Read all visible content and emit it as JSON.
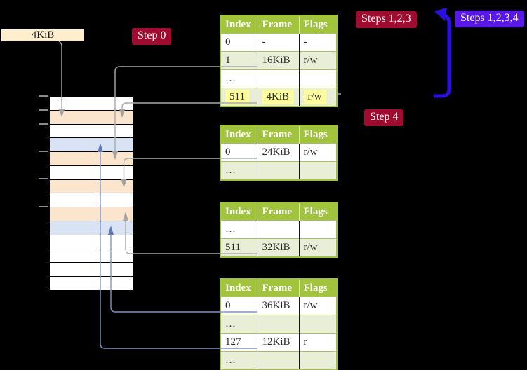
{
  "page": {
    "background": "#000000"
  },
  "free_frame_box": {
    "label": "4KiB"
  },
  "step_labels": {
    "step0": "Step 0",
    "steps123": "Steps 1,2,3",
    "steps1234": "Steps 1,2,3,4",
    "step4": "Step 4"
  },
  "page_tables": [
    {
      "headers": [
        "Index",
        "Frame",
        "Flags"
      ],
      "rows": [
        {
          "index": "0",
          "frame": "-",
          "flags": "-"
        },
        {
          "index": "1",
          "frame": "16KiB",
          "flags": "r/w"
        },
        {
          "index": "…",
          "frame": "",
          "flags": ""
        },
        {
          "index": "511",
          "frame": "4KiB",
          "flags": "r/w",
          "highlight": true
        }
      ]
    },
    {
      "headers": [
        "Index",
        "Frame",
        "Flags"
      ],
      "rows": [
        {
          "index": "0",
          "frame": "24KiB",
          "flags": "r/w"
        },
        {
          "index": "…",
          "frame": "",
          "flags": ""
        }
      ]
    },
    {
      "headers": [
        "Index",
        "Frame",
        "Flags"
      ],
      "rows": [
        {
          "index": "…",
          "frame": "",
          "flags": ""
        },
        {
          "index": "511",
          "frame": "32KiB",
          "flags": "r/w"
        }
      ]
    },
    {
      "headers": [
        "Index",
        "Frame",
        "Flags"
      ],
      "rows": [
        {
          "index": "0",
          "frame": "36KiB",
          "flags": "r/w"
        },
        {
          "index": "…",
          "frame": "",
          "flags": ""
        },
        {
          "index": "127",
          "frame": "12KiB",
          "flags": "r"
        },
        {
          "index": "…",
          "frame": "",
          "flags": ""
        }
      ]
    }
  ],
  "memory_column": {
    "row_colors": [
      "white",
      "peach",
      "white",
      "blue",
      "peach",
      "white",
      "peach",
      "white",
      "peach",
      "blue",
      "white",
      "white",
      "white",
      "white"
    ]
  },
  "connectors": [
    {
      "from": "free-frame-label",
      "to": "frame-4KiB",
      "color": "gray"
    },
    {
      "from": "table1-entry-1",
      "to": "frame-16KiB",
      "color": "gray"
    },
    {
      "from": "table1-entry-511",
      "to": "frame-4KiB",
      "color": "gray"
    },
    {
      "from": "table2-entry-0",
      "to": "frame-24KiB",
      "color": "gray"
    },
    {
      "from": "table3-entry-511",
      "to": "frame-32KiB",
      "color": "gray"
    },
    {
      "from": "table4-entry-0",
      "to": "frame-36KiB",
      "color": "blue"
    },
    {
      "from": "table4-entry-127",
      "to": "frame-12KiB",
      "color": "blue"
    },
    {
      "from": "table1-recursive-loop",
      "to": "table1",
      "color": "thick-blue"
    }
  ],
  "colors": {
    "background": "#000000",
    "table_header_green": "#a2c33c",
    "table_row_green": "#e9efd6",
    "highlight_yellow": "#feff9c",
    "frame_peach": "#fbe5cd",
    "frame_blue": "#d9e3f4",
    "free_frame_cream": "#fdeecd",
    "badge_red": "#a00c30",
    "badge_purple": "#5a18e8",
    "arrow_gray": "#ababab",
    "arrow_thin_blue": "#7d96c8",
    "arrow_thick_blue": "#2b10e0"
  }
}
